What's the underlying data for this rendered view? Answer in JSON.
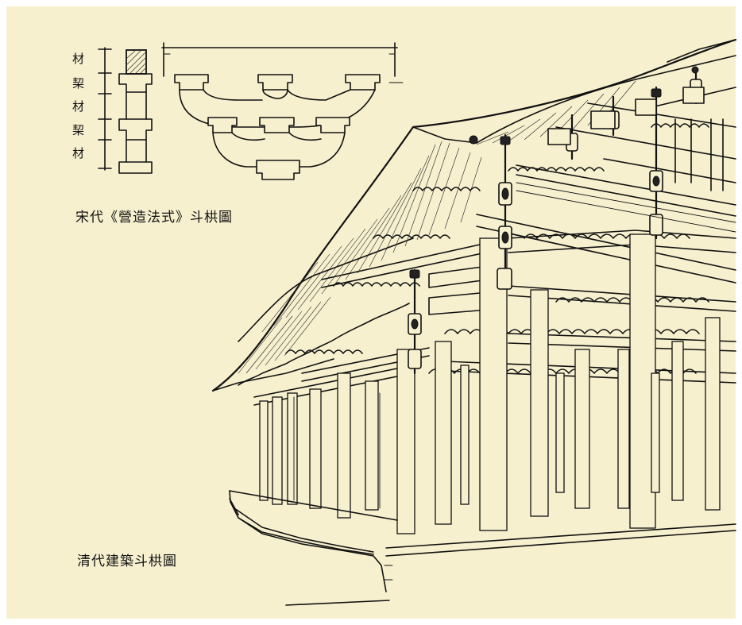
{
  "colors": {
    "page_background": "#ffffff",
    "panel_background": "#f6f0cf",
    "ink": "#111111"
  },
  "song_diagram": {
    "caption": "宋代《營造法式》斗栱圖",
    "module_labels": [
      "材",
      "栔",
      "材",
      "栔",
      "材"
    ]
  },
  "qing_diagram": {
    "caption": "清代建築斗栱圖"
  }
}
